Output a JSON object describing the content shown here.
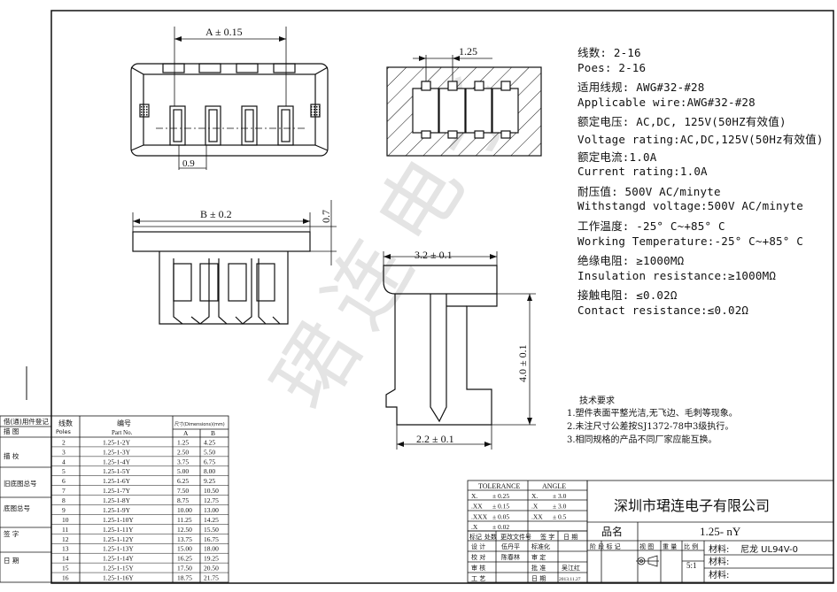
{
  "drawing": {
    "dims": {
      "a": "A ± 0.15",
      "pitch": "1.25",
      "gap": "0.9",
      "b": "B ± 0.2",
      "h": "0.7",
      "w32": "3.2 ± 0.1",
      "h40": "4.0 ± 0.1",
      "w22": "2.2 ± 0.1"
    },
    "watermark": "珺连电子"
  },
  "specs": [
    "线数: 2-16",
    "Poes: 2-16",
    "适用线规: AWG#32-#28",
    "Applicable wire:AWG#32-#28",
    "额定电压: AC,DC, 125V(50HZ有效值)",
    "Voltage rating:AC,DC,125V(50Hz有效值)",
    "额定电流:1.0A",
    "Current rating:1.0A",
    "耐压值: 500V AC/minyte",
    "Withstangd voltage:500V AC/minyte",
    "工作温度: -25° C~+85° C",
    "Working Temperature:-25° C~+85° C",
    "绝缘电阻: ≥1000MΩ",
    "Insulation resistance:≥1000MΩ",
    "接触电阻: ≤0.02Ω",
    "Contact resistance:≤0.02Ω"
  ],
  "tech_requirements": {
    "title": "技术要求",
    "items": [
      "1.塑件表面平整光洁,无飞边、毛刺等现象。",
      "2.未注尺寸公差按SJ1372-78中3级执行。",
      "3.相同规格的产品不同厂家应能互换。"
    ]
  },
  "parts_table": {
    "header_lines": "线数",
    "header_poles": "Poles",
    "header_code": "编号",
    "header_partno": "Part No.",
    "header_dims": "尺寸(Dimensions)(mm)",
    "header_a": "A",
    "header_b": "B",
    "rows": [
      [
        "2",
        "1.25-1-2Y",
        "1.25",
        "4.25"
      ],
      [
        "3",
        "1.25-1-3Y",
        "2.50",
        "5.50"
      ],
      [
        "4",
        "1.25-1-4Y",
        "3.75",
        "6.75"
      ],
      [
        "5",
        "1.25-1-5Y",
        "5.00",
        "8.00"
      ],
      [
        "6",
        "1.25-1-6Y",
        "6.25",
        "9.25"
      ],
      [
        "7",
        "1.25-1-7Y",
        "7.50",
        "10.50"
      ],
      [
        "8",
        "1.25-1-8Y",
        "8.75",
        "12.75"
      ],
      [
        "9",
        "1.25-1-9Y",
        "10.00",
        "13.00"
      ],
      [
        "10",
        "1.25-1-10Y",
        "11.25",
        "14.25"
      ],
      [
        "11",
        "1.25-1-11Y",
        "12.50",
        "15.50"
      ],
      [
        "12",
        "1.25-1-12Y",
        "13.75",
        "16.75"
      ],
      [
        "13",
        "1.25-1-13Y",
        "15.00",
        "18.00"
      ],
      [
        "14",
        "1.25-1-14Y",
        "16.25",
        "19.25"
      ],
      [
        "15",
        "1.25-1-15Y",
        "17.50",
        "20.50"
      ],
      [
        "16",
        "1.25-1-16Y",
        "18.75",
        "21.75"
      ]
    ]
  },
  "side_labels": [
    "借(通)用件登记",
    "描  图",
    "描  校",
    "旧底图总号",
    "底图总号",
    "签  字",
    "日  期"
  ],
  "tolerance": {
    "header_tol": "TOLERANCE",
    "header_angle": "ANGLE",
    "rows": [
      [
        "X.",
        "± 0.25",
        "X.",
        "± 3.0"
      ],
      [
        ".XX",
        "± 0.15",
        ".X",
        "± 3.0"
      ],
      [
        ".XXX",
        "± 0.05",
        ".XX",
        "± 0.5"
      ],
      [
        ".X",
        "± 0.02",
        "",
        ""
      ]
    ]
  },
  "signoff": {
    "mark_row": [
      "标记",
      "处数",
      "更改文件号",
      "签 字",
      "日 期"
    ],
    "design": "设  计",
    "design_name": "伍丹平",
    "standard": "标准化",
    "check": "校  对",
    "check_name": "陈春林",
    "review": "审  定",
    "audit": "审  核",
    "approve": "批  准",
    "approve_name": "吴江红",
    "craft": "工  艺",
    "date": "日  期",
    "date_value": "2013.11.27"
  },
  "title_block": {
    "company": "深圳市珺连电子有限公司",
    "product_label": "品名",
    "product_value": "1.25- nY",
    "material_label": "材料:",
    "material_value": "尼龙 UL94V-0",
    "stage_label": "阶 段 标 记",
    "view_label": "视 图",
    "weight_label": "重 量",
    "scale_label": "比 例",
    "scale_value": "5:1",
    "material2_label": "材料:",
    "material3_label": "材料:"
  }
}
